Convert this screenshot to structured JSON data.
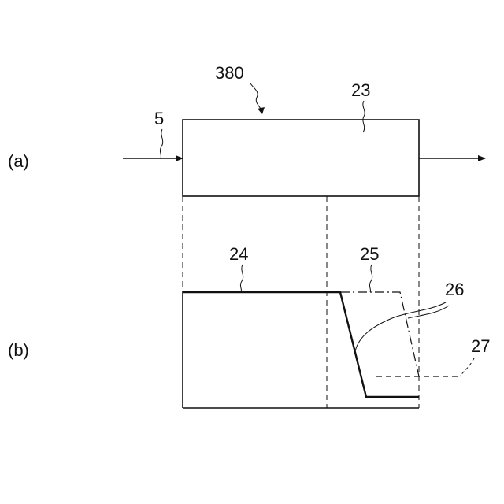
{
  "figure": {
    "panel_a_label": "(a)",
    "panel_b_label": "(b)",
    "references": {
      "apparatus": "380",
      "body": "23",
      "input": "5",
      "line_24": "24",
      "line_25": "25",
      "line_26": "26",
      "line_27": "27"
    }
  }
}
